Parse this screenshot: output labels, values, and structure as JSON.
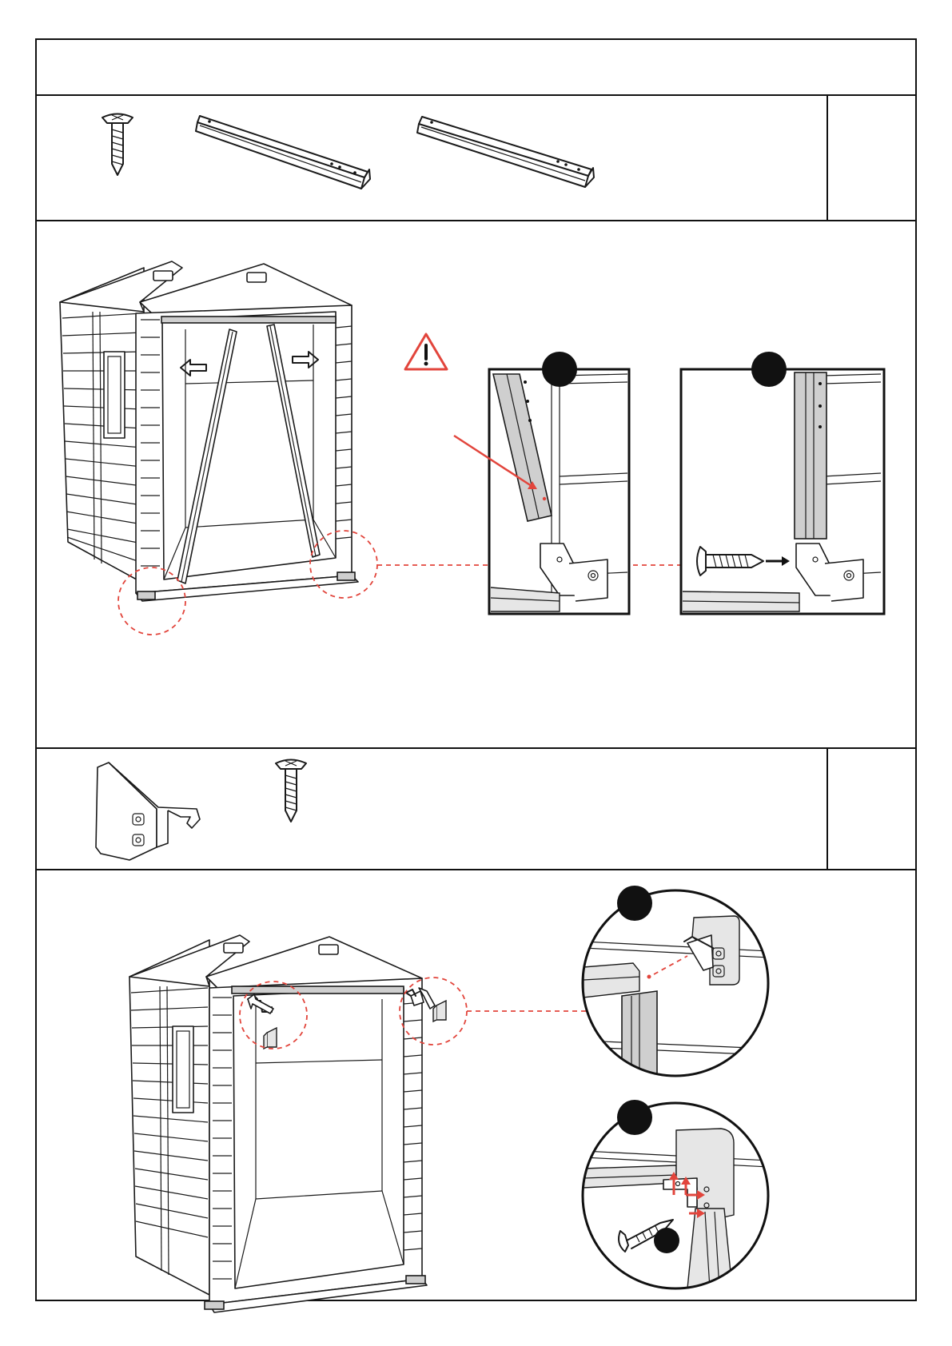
{
  "page": {
    "accent_color": "#e2453c",
    "line_color": "#1a1a1a",
    "background": "#ffffff"
  },
  "parts_top": [
    "screw-icon",
    "floor-beam-left",
    "floor-beam-right"
  ],
  "parts_bottom": [
    "corner-bracket-icon",
    "screw-icon"
  ],
  "step_one": {
    "warning_icon": "warning-triangle-icon",
    "details": [
      "detail-a",
      "detail-b"
    ]
  },
  "step_two": {
    "details": [
      "detail-c",
      "detail-d"
    ]
  }
}
